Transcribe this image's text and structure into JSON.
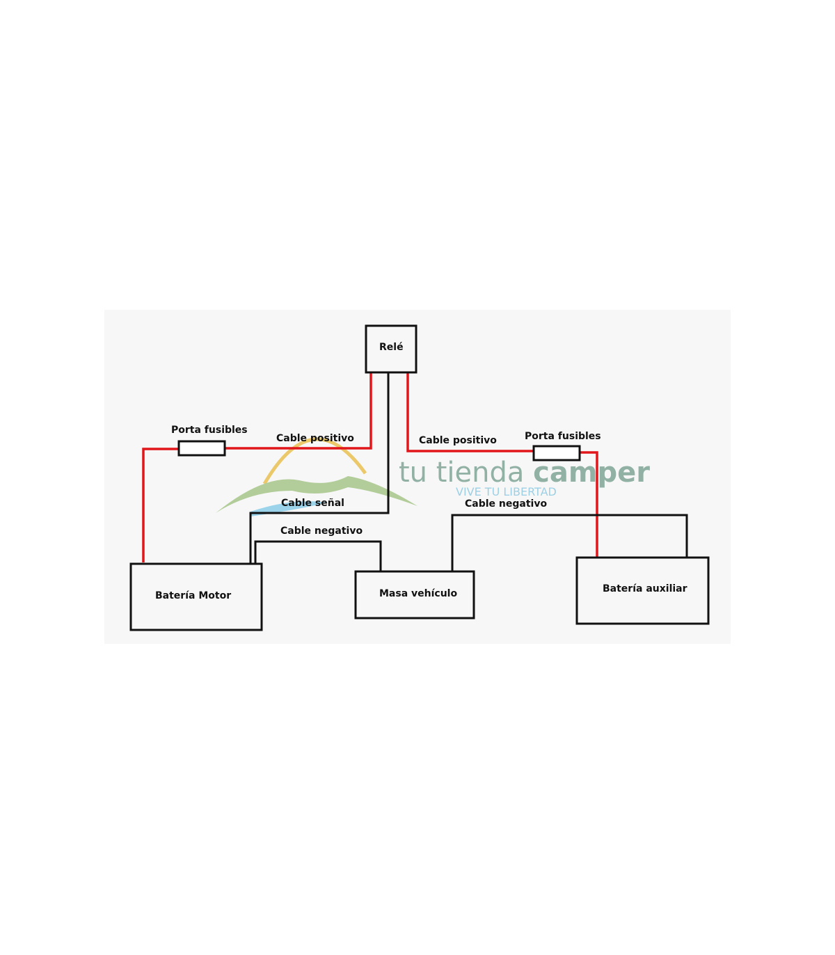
{
  "diagram": {
    "components": {
      "rele": "Relé",
      "bateria_motor": "Batería Motor",
      "masa_vehiculo": "Masa vehículo",
      "bateria_auxiliar": "Batería auxiliar",
      "porta_fusibles_left": "Porta fusibles",
      "porta_fusibles_right": "Porta fusibles"
    },
    "wires": {
      "cable_positivo_left": "Cable positivo",
      "cable_positivo_right": "Cable positivo",
      "cable_senal": "Cable señal",
      "cable_negativo_left": "Cable negativo",
      "cable_negativo_right": "Cable negativo"
    },
    "colors": {
      "positive_wire": "#e0161b",
      "negative_wire": "#111111",
      "background_panel": "#f7f7f7"
    }
  },
  "watermark": {
    "brand_part1": "tu tienda ",
    "brand_part2": "camper",
    "tagline": "VIVE TU LIBERTAD"
  }
}
